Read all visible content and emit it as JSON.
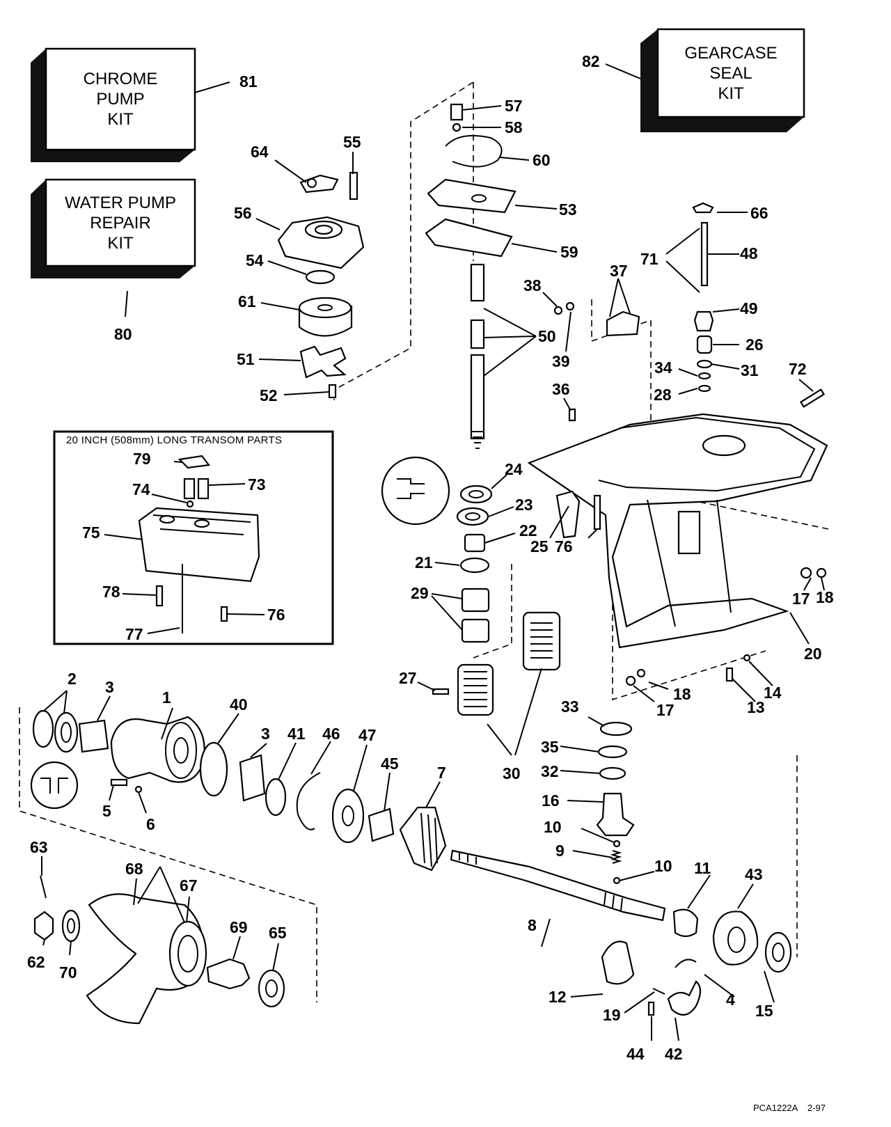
{
  "kits": {
    "chrome_pump": "CHROME\nPUMP\nKIT",
    "water_pump": "WATER PUMP\nREPAIR\nKIT",
    "gearcase_seal": "GEARCASE\nSEAL\nKIT"
  },
  "inset_title": "20 INCH (508mm) LONG TRANSOM PARTS",
  "drawing_code": "PCA1222A",
  "drawing_date": "2-97",
  "callouts": [
    "1",
    "2",
    "3",
    "3",
    "4",
    "5",
    "6",
    "7",
    "8",
    "9",
    "10",
    "10",
    "11",
    "12",
    "13",
    "14",
    "15",
    "16",
    "17",
    "17",
    "18",
    "18",
    "19",
    "20",
    "21",
    "22",
    "23",
    "24",
    "25",
    "26",
    "27",
    "28",
    "29",
    "30",
    "31",
    "32",
    "33",
    "34",
    "35",
    "36",
    "37",
    "38",
    "39",
    "40",
    "41",
    "42",
    "43",
    "44",
    "45",
    "46",
    "47",
    "48",
    "49",
    "50",
    "51",
    "52",
    "53",
    "54",
    "55",
    "56",
    "57",
    "58",
    "59",
    "60",
    "61",
    "62",
    "63",
    "64",
    "65",
    "66",
    "67",
    "68",
    "69",
    "70",
    "71",
    "72",
    "73",
    "74",
    "75",
    "76",
    "76",
    "77",
    "78",
    "79",
    "80",
    "81",
    "82"
  ]
}
